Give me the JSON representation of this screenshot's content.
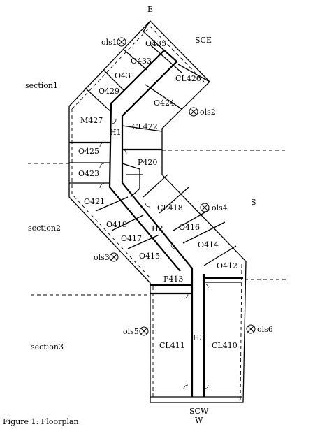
{
  "caption": "Figure 1: Floorplan",
  "compass": {
    "north_top": "E",
    "south_east": "S",
    "bottom": "W",
    "top_right": "SCE",
    "bottom_center": "SCW"
  },
  "sections": [
    "section1",
    "section2",
    "section3"
  ],
  "halls": [
    "H1",
    "H2",
    "H3"
  ],
  "rooms": [
    "O435",
    "O433",
    "O431",
    "O429",
    "CL426",
    "O424",
    "M427",
    "CL422",
    "O425",
    "O423",
    "P420",
    "O421",
    "CL418",
    "O419",
    "O417",
    "O416",
    "O414",
    "O415",
    "O412",
    "P413",
    "CL411",
    "CL410"
  ],
  "sensors": [
    "ols1",
    "ols2",
    "ols3",
    "ols4",
    "ols5",
    "ols6"
  ]
}
